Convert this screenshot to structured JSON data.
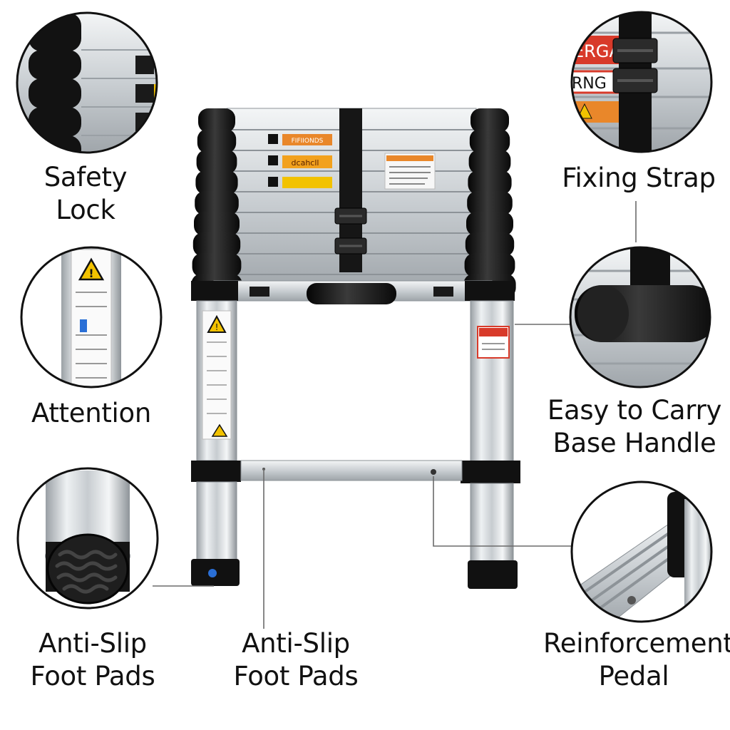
{
  "labels": {
    "safety_lock": [
      "Safety",
      "Lock"
    ],
    "attention": [
      "Attention"
    ],
    "anti_slip_left": [
      "Anti-Slip",
      "Foot Pads"
    ],
    "anti_slip_center": [
      "Anti-Slip",
      "Foot Pads"
    ],
    "fixing_strap": [
      "Fixing Strap"
    ],
    "carry_handle": [
      "Easy to Carry",
      "Base Handle"
    ],
    "reinforcement_pedal": [
      "Reinforcement",
      "Pedal"
    ]
  },
  "decal_text": {
    "top_strap_detail": [
      "ERGA",
      "RNG"
    ],
    "rung_label_1": "FIFIIONDS",
    "rung_label_2": "dcahcll"
  },
  "colors": {
    "background": "#ffffff",
    "aluminum": "#cfd3d6",
    "black_plastic": "#1a1a1a",
    "warning_yellow": "#f2c200",
    "label_orange": "#e9872a",
    "label_red": "#d83a2a",
    "accent_blue": "#2a6fd6"
  },
  "icons": [
    "warning-triangle-icon",
    "foot-pad-icon",
    "strap-buckle-icon"
  ]
}
